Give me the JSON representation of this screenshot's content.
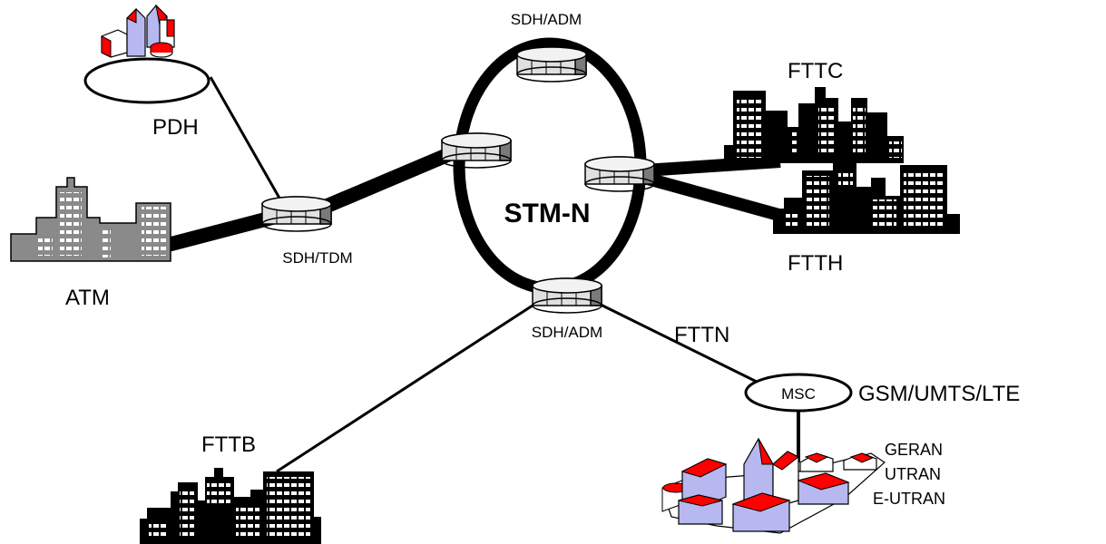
{
  "ring_label": "STM-N",
  "nodes": {
    "adm_top": "SDH/ADM",
    "adm_bottom": "SDH/ADM",
    "tdm": "SDH/TDM",
    "msc": "MSC"
  },
  "labels": {
    "pdh": "PDH",
    "atm": "ATM",
    "fttc": "FTTC",
    "ftth": "FTTH",
    "fttn": "FTTN",
    "fttb": "FTTB",
    "gsm": "GSM/UMTS/LTE",
    "geran": "GERAN",
    "utran": "UTRAN",
    "eutran": "E-UTRAN"
  },
  "colors": {
    "line": "#000000",
    "building_gray": "#8a8a8a",
    "roof_red": "#ff0000",
    "wall_lavender": "#b8b8f0",
    "node_fill": "#e6e6e6",
    "node_shadow": "#7a7a7a"
  },
  "icons": {
    "adm_node": "sdh-multiplexer-icon",
    "pdh_campus": "campus-buildings-icon",
    "atm_city": "gray-skyline-icon",
    "fttc_city": "black-skyline-icon",
    "ftth_city": "black-skyline-icon",
    "fttb_city": "black-skyline-icon",
    "radio_city": "3d-city-icon"
  }
}
